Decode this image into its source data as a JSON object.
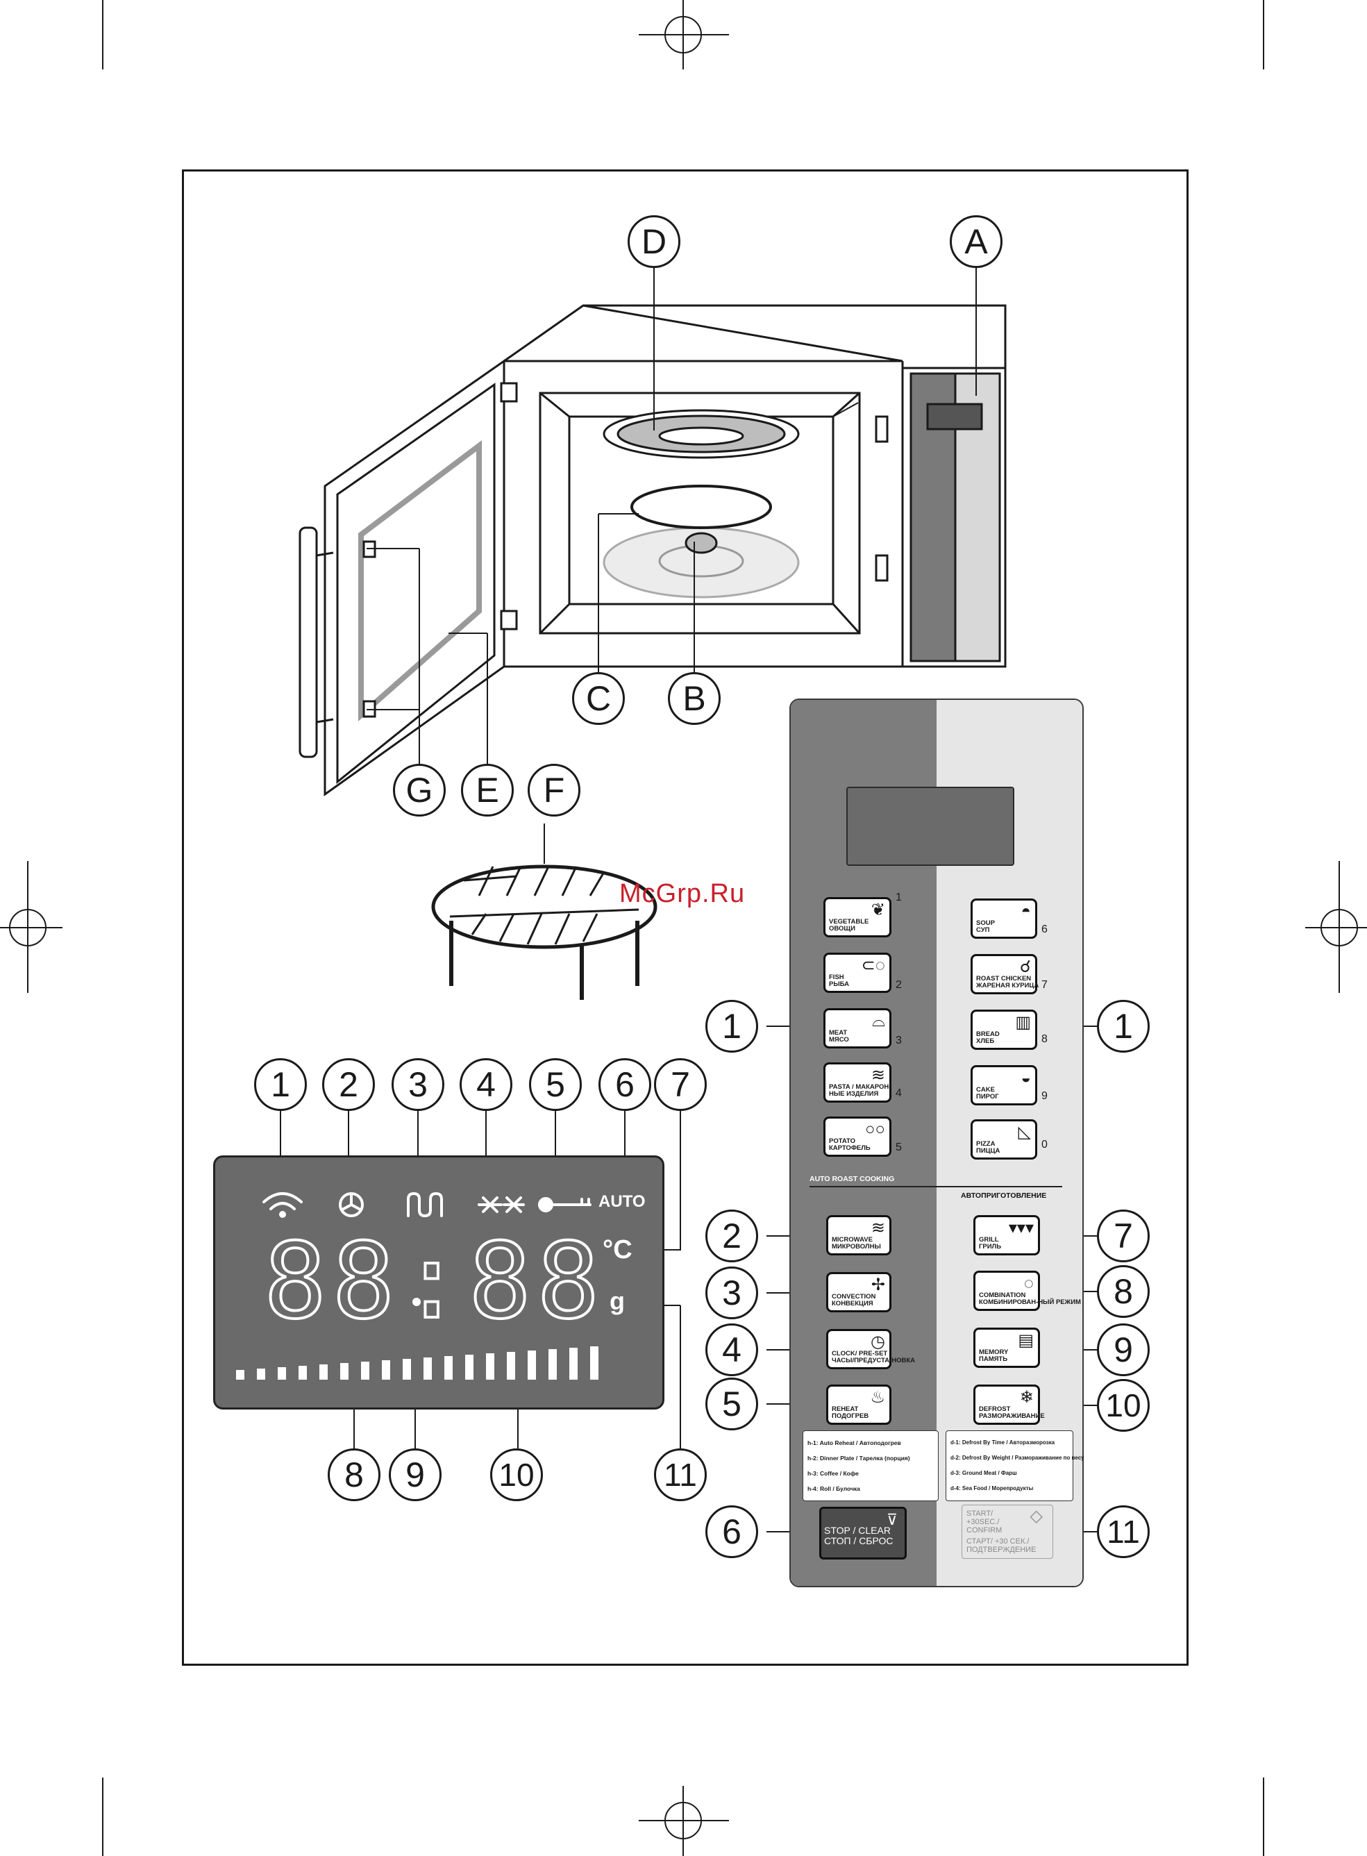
{
  "watermark": "McGrp.Ru",
  "oven_callouts": [
    "D",
    "A",
    "C",
    "B",
    "G",
    "E",
    "F"
  ],
  "lcd": {
    "callouts_top": [
      "1",
      "2",
      "3",
      "4",
      "5",
      "6",
      "7"
    ],
    "callouts_bottom": [
      "8",
      "9",
      "10",
      "11"
    ],
    "digits": "88:88",
    "auto": "AUTO",
    "celsius": "°C",
    "gram": "g",
    "icons": [
      "microwave-waves-icon",
      "fan-icon",
      "heater-coil-icon",
      "defrost-snowflake-icon",
      "key-lock-icon"
    ]
  },
  "panel": {
    "left_callouts": [
      "1",
      "2",
      "3",
      "4",
      "5",
      "6"
    ],
    "right_callouts": [
      "1",
      "7",
      "8",
      "9",
      "10",
      "11"
    ],
    "auto_left_label": "AUTO ROAST COOKING",
    "auto_right_label": "АВТОПРИГОТОВЛЕНИЕ",
    "left_auto_buttons": [
      {
        "en": "VEGETABLE",
        "ru": "ОВОЩИ",
        "num": "1"
      },
      {
        "en": "FISH",
        "ru": "РЫБА",
        "num": "2"
      },
      {
        "en": "MEAT",
        "ru": "МЯСО",
        "num": "3"
      },
      {
        "en": "PASTA / МАКАРОН-",
        "ru": "НЫЕ ИЗДЕЛИЯ",
        "num": "4"
      },
      {
        "en": "POTATO",
        "ru": "КАРТОФЕЛЬ",
        "num": "5"
      }
    ],
    "right_auto_buttons": [
      {
        "en": "SOUP",
        "ru": "СУП",
        "num": "6"
      },
      {
        "en": "ROAST CHICKEN",
        "ru": "ЖАРЕНАЯ КУРИЦА",
        "num": "7"
      },
      {
        "en": "BREAD",
        "ru": "ХЛЕБ",
        "num": "8"
      },
      {
        "en": "CAKE",
        "ru": "ПИРОГ",
        "num": "9"
      },
      {
        "en": "PIZZA",
        "ru": "ПИЦЦА",
        "num": "0"
      }
    ],
    "left_mode_buttons": [
      {
        "en": "MICROWAVE",
        "ru": "МИКРОВОЛНЫ"
      },
      {
        "en": "CONVECTION",
        "ru": "КОНВЕКЦИЯ"
      },
      {
        "en": "CLOCK/ PRE-SET",
        "ru": "ЧАСЫ/ПРЕДУСТА-НОВКА"
      },
      {
        "en": "REHEAT",
        "ru": "ПОДОГРЕВ"
      }
    ],
    "right_mode_buttons": [
      {
        "en": "GRILL",
        "ru": "ГРИЛЬ"
      },
      {
        "en": "COMBINATION",
        "ru": "КОМБИНИРОВАН-НЫЙ РЕЖИМ"
      },
      {
        "en": "MEMORY",
        "ru": "ПАМЯТЬ"
      },
      {
        "en": "DEFROST",
        "ru": "РАЗМОРАЖИВАНИЕ"
      }
    ],
    "reheat_list": [
      "h-1: Auto Reheat / Автоподогрев",
      "h-2: Dinner Plate / Тарелка (порция)",
      "h-3: Coffee / Кофе",
      "h-4: Roll / Булочка"
    ],
    "defrost_list": [
      "d-1: Defrost By Time / Авторазморозка",
      "d-2: Defrost By Weight / Размораживание по весу",
      "d-3: Ground Meat / Фарш",
      "d-4: Sea Food / Морепродукты"
    ],
    "stop_label_en": "STOP / CLEAR",
    "stop_label_ru": "СТОП / СБРОС",
    "start_label_en": "START/ +30SEC./ CONFIRM",
    "start_label_ru": "СТАРТ/ +30 СЕК./ ПОДТВЕРЖДЕНИЕ"
  }
}
